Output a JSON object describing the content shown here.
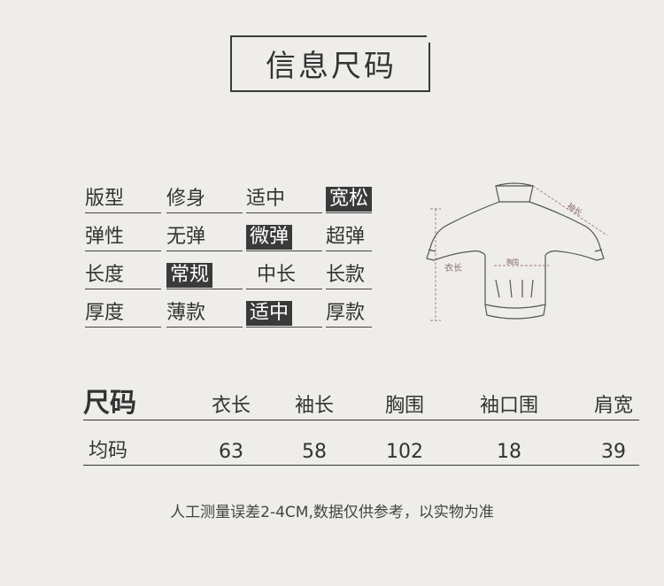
{
  "title": "信息尺码",
  "attributes": [
    {
      "label": "版型",
      "options": [
        "修身",
        "适中",
        "宽松"
      ],
      "selected": 2
    },
    {
      "label": "弹性",
      "options": [
        "无弹",
        "微弹",
        "超弹"
      ],
      "selected": 1
    },
    {
      "label": "长度",
      "options": [
        "常规",
        "中长",
        "长款"
      ],
      "selected": 0
    },
    {
      "label": "厚度",
      "options": [
        "薄款",
        "适中",
        "厚款"
      ],
      "selected": 1
    }
  ],
  "sketch": {
    "sleeve_label": "袖长",
    "length_label": "衣长",
    "chest_label": "胸围"
  },
  "size_table": {
    "header": [
      "尺码",
      "衣长",
      "袖长",
      "胸围",
      "袖口围",
      "肩宽"
    ],
    "rows": [
      [
        "均码",
        "63",
        "58",
        "102",
        "18",
        "39"
      ]
    ]
  },
  "note": "人工测量误差2-4CM,数据仅供参考，以实物为准",
  "colors": {
    "background": "#efedea",
    "highlight": "#3a3a3a",
    "text": "#333333"
  }
}
